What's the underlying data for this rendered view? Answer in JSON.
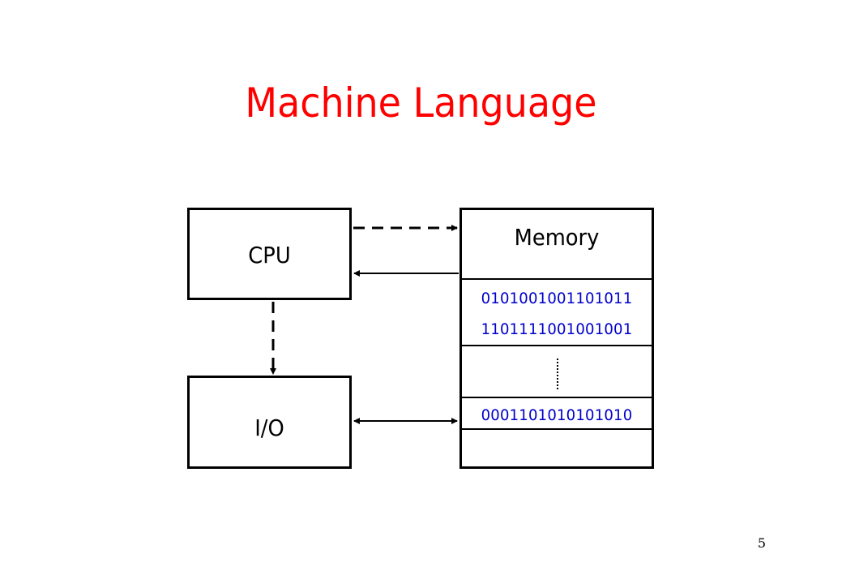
{
  "slide": {
    "title": "Machine Language",
    "page_number": "5"
  },
  "diagram": {
    "cpu_label": "CPU",
    "io_label": "I/O",
    "memory": {
      "label": "Memory",
      "words": [
        "0101001001101011",
        "1101111001001001",
        "0001101010101010"
      ],
      "ellipsis": "dotted-vertical-line"
    },
    "connections": [
      {
        "from": "CPU",
        "to": "Memory",
        "style": "dashed"
      },
      {
        "from": "Memory",
        "to": "CPU",
        "style": "solid"
      },
      {
        "from": "CPU",
        "to": "I/O",
        "style": "dashed"
      },
      {
        "from": "I/O",
        "to": "Memory",
        "style": "solid-bidirectional"
      }
    ],
    "colors": {
      "title": "#ff0000",
      "memory_words": "#0000cc",
      "lines": "#000000"
    }
  }
}
